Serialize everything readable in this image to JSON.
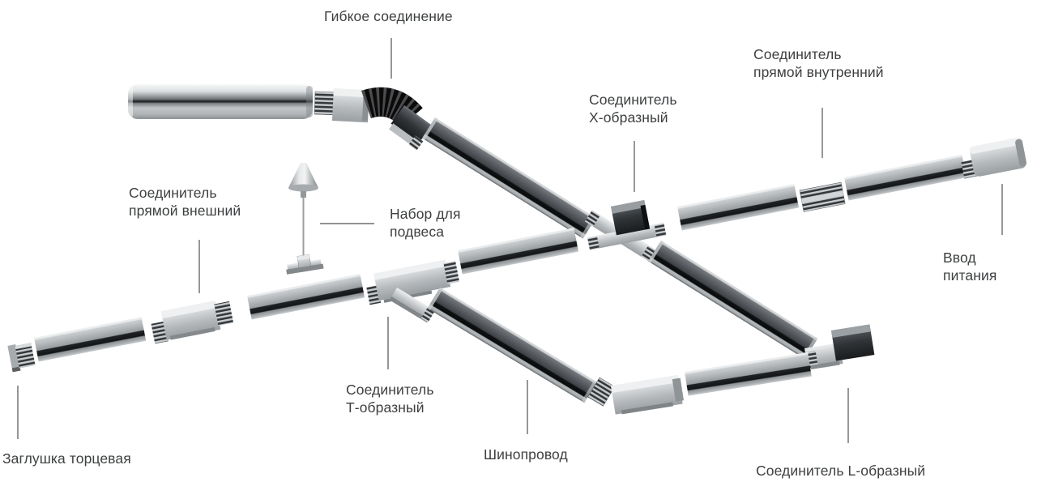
{
  "page": {
    "background": "#ffffff"
  },
  "diagram": {
    "text_color": "#3d3f40",
    "leader_color": "#4e5254",
    "metal_light": "#e8eaeb",
    "metal_mid": "#aeb3b6",
    "metal_dark": "#1b1d1f",
    "labels": [
      {
        "id": "flexible-joint",
        "lines": [
          "Гибкое соединение"
        ]
      },
      {
        "id": "straight-connector-internal",
        "lines": [
          "Соединитель",
          "прямой внутренний"
        ]
      },
      {
        "id": "x-connector",
        "lines": [
          "Соединитель",
          "Х-образный"
        ]
      },
      {
        "id": "straight-connector-external",
        "lines": [
          "Соединитель",
          "прямой внешний"
        ]
      },
      {
        "id": "suspension-kit",
        "lines": [
          "Набор для",
          "подвеса"
        ]
      },
      {
        "id": "power-feed",
        "lines": [
          "Ввод",
          "питания"
        ]
      },
      {
        "id": "t-connector",
        "lines": [
          "Соединитель",
          "Т-образный"
        ]
      },
      {
        "id": "busbar-track",
        "lines": [
          "Шинопровод"
        ]
      },
      {
        "id": "end-cap",
        "lines": [
          "Заглушка торцевая"
        ]
      },
      {
        "id": "l-connector",
        "lines": [
          "Соединитель L-образный"
        ]
      }
    ]
  }
}
